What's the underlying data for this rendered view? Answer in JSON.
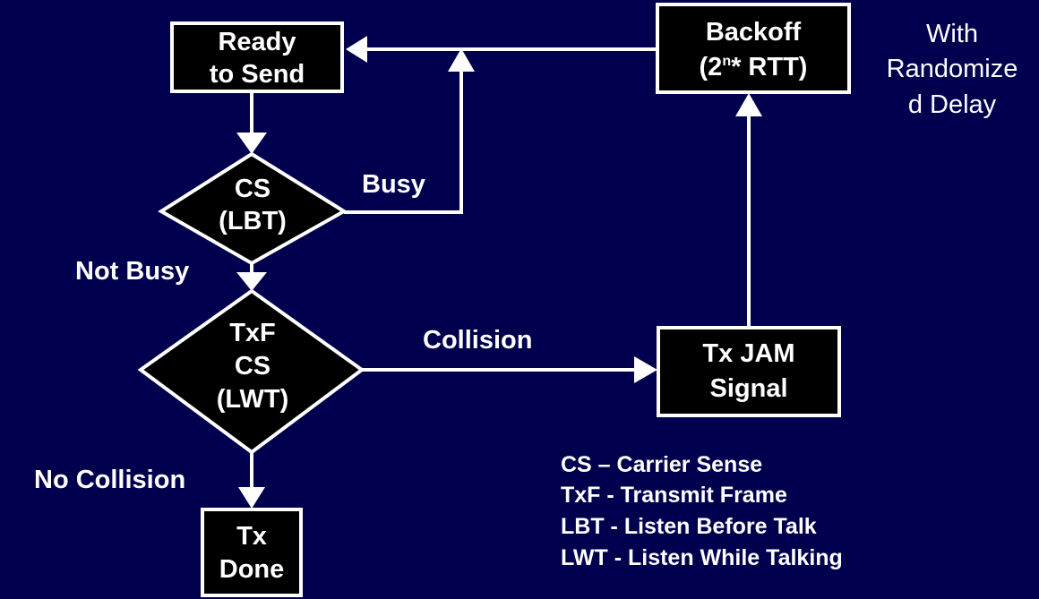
{
  "nodes": {
    "ready": {
      "lines": [
        "Ready",
        "to Send"
      ]
    },
    "backoff": {
      "lines": [
        "Backoff",
        "(2",
        "n",
        "* RTT)"
      ]
    },
    "cs_lbt": {
      "lines": [
        "CS",
        "(LBT)"
      ]
    },
    "txf_cs": {
      "lines": [
        "TxF",
        "CS",
        "(LWT)"
      ]
    },
    "jam": {
      "lines": [
        "Tx JAM",
        "Signal"
      ]
    },
    "done": {
      "lines": [
        "Tx",
        "Done"
      ]
    }
  },
  "edges": {
    "busy": "Busy",
    "not_busy": "Not Busy",
    "collision": "Collision",
    "no_collision": "No Collision"
  },
  "side_note": {
    "lines": [
      "With",
      "Randomize",
      "d Delay"
    ]
  },
  "legend": [
    "CS – Carrier Sense",
    "TxF - Transmit Frame",
    "LBT - Listen Before Talk",
    "LWT - Listen While Talking"
  ]
}
